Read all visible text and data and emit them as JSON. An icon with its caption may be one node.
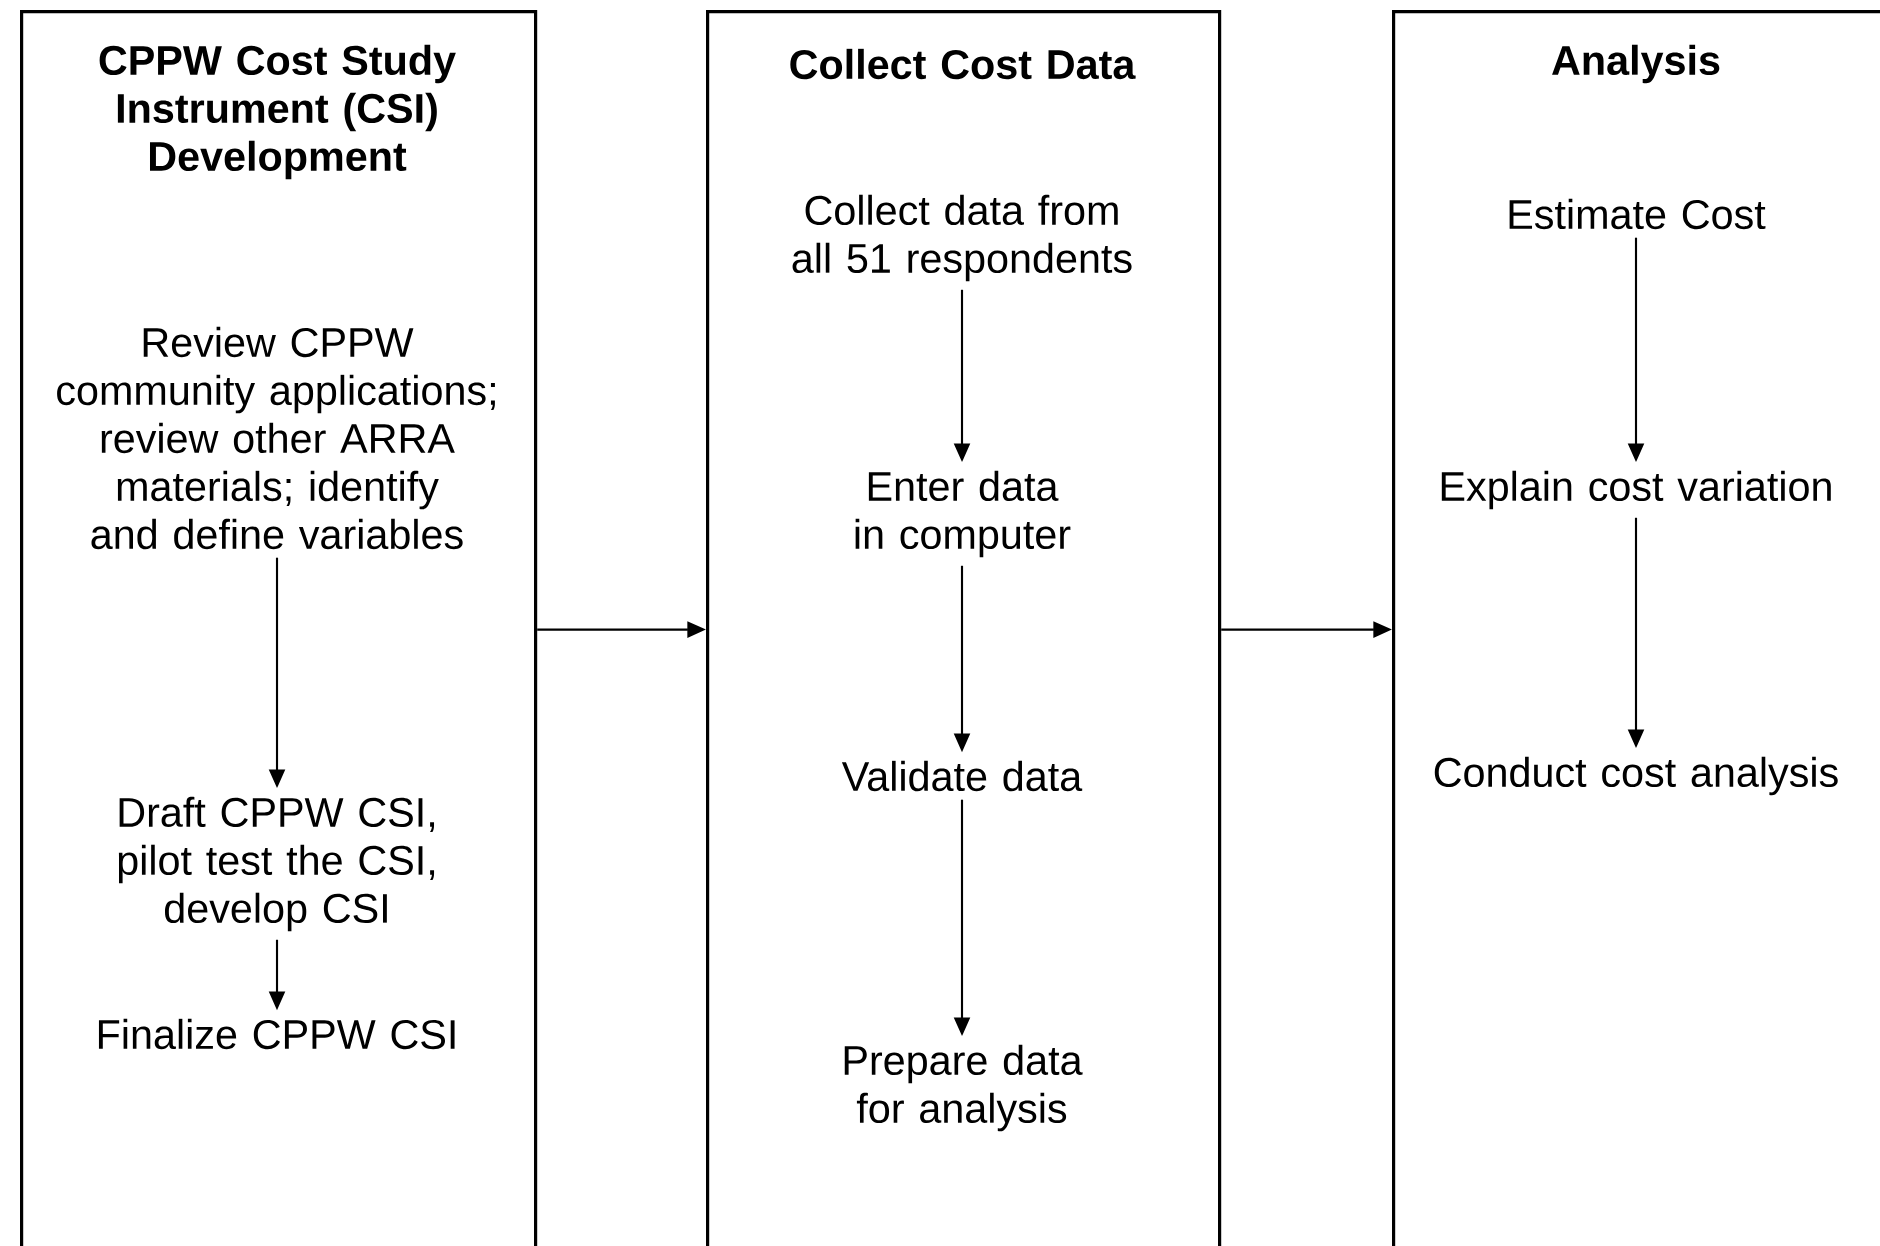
{
  "diagram": {
    "nodes": [
      {
        "text": [
          "CPPW Cost Study Instrument (CSI) Development"
        ]
      },
      {
        "text": [
          "Review CPPW community applications; review other ARRA materials; identify and define variables"
        ],
        "in": 0
      },
      {
        "text": [
          "Draft CPPW CSI, pilot test the CSI, develop CSI"
        ],
        "in": 0
      },
      {
        "text": [
          "Finalize CPPW CSI"
        ],
        "in": 0
      },
      {
        "text": [
          "Collect Cost Data"
        ]
      },
      {
        "text": [
          "Collect data from all 51 respondents"
        ],
        "in": 4
      },
      {
        "text": [
          "Enter data in computer"
        ],
        "in": 4
      },
      {
        "text": [
          "Validate data"
        ],
        "in": 4
      },
      {
        "text": [
          "Prepare data for analysis"
        ],
        "in": 4
      },
      {
        "text": [
          "Analysis"
        ]
      },
      {
        "text": [
          "Estimate Cost"
        ],
        "in": 9
      },
      {
        "text": [
          "Explain cost variation"
        ],
        "in": 9
      },
      {
        "text": [
          "Conduct cost analysis"
        ],
        "in": 9
      }
    ],
    "edges": [
      {
        "from": 1,
        "to": 2,
        "arrow": "to"
      },
      {
        "from": 2,
        "to": 3,
        "arrow": "to"
      },
      {
        "from": 0,
        "to": 4,
        "arrow": "to"
      },
      {
        "from": 5,
        "to": 6,
        "arrow": "to"
      },
      {
        "from": 6,
        "to": 7,
        "arrow": "to"
      },
      {
        "from": 7,
        "to": 8,
        "arrow": "to"
      },
      {
        "from": 4,
        "to": 9,
        "arrow": "to"
      },
      {
        "from": 10,
        "to": 11,
        "arrow": "to"
      },
      {
        "from": 11,
        "to": 12,
        "arrow": "to"
      }
    ]
  }
}
